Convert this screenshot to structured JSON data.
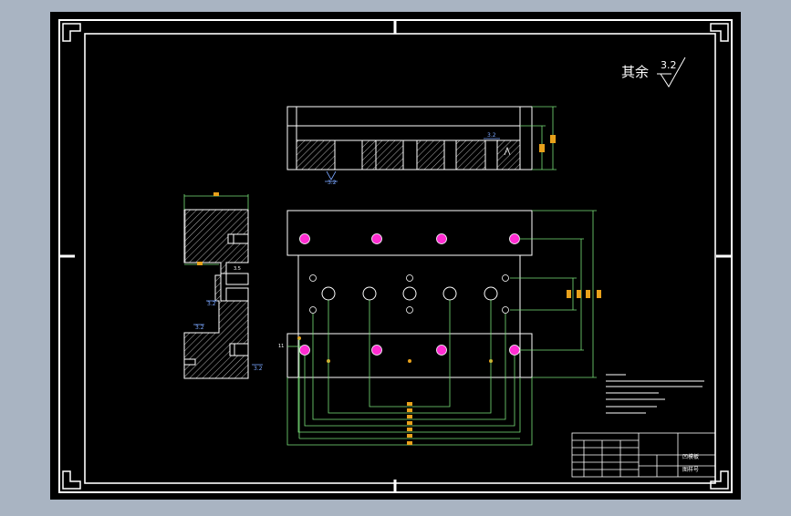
{
  "roughness_note": {
    "label": "其余",
    "value": "3.2"
  },
  "callouts": {
    "side_view_roughness": "3.2",
    "top_view_roughness": "3.2",
    "section_roughness_a": "3.2",
    "section_roughness_b": "3.2",
    "section_roughness_c": "3.2",
    "left_dim_code": "11"
  },
  "title_block": {
    "drawing_name": "凹模板",
    "drawing_label": "图样号"
  },
  "colors": {
    "canvas": "#000000",
    "frame": "#ffffff",
    "dimension": "#79e279",
    "hole_center": "#ff2cd1",
    "dim_text": "#e8a11b",
    "callout": "#7aa6ff"
  }
}
